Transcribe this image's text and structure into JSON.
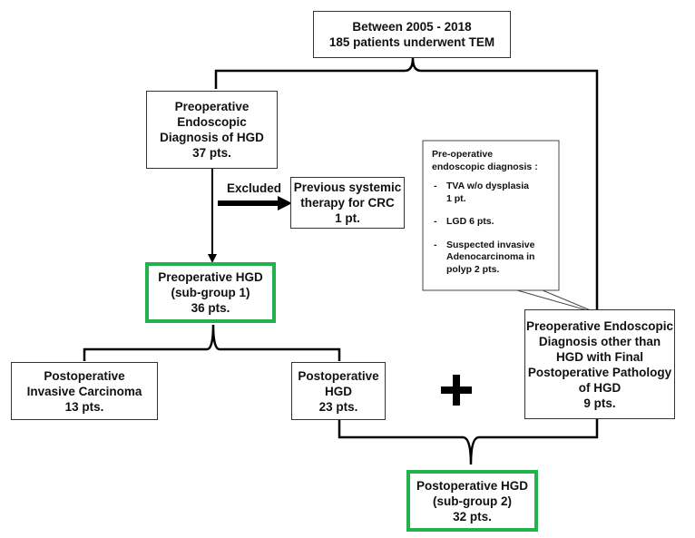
{
  "boxes": {
    "top": [
      "Between 2005 - 2018",
      "185 patients underwent TEM"
    ],
    "preop_endoscopic": [
      "Preoperative",
      "Endoscopic",
      "Diagnosis of HGD",
      "37 pts."
    ],
    "previous_therapy": [
      "Previous systemic",
      "therapy for CRC",
      "1 pt."
    ],
    "preop_hgd_subgroup1": [
      "Preoperative HGD",
      "(sub-group 1)",
      "36 pts."
    ],
    "postop_invasive": [
      "Postoperative",
      "Invasive Carcinoma",
      "13 pts."
    ],
    "postop_hgd": [
      "Postoperative",
      "HGD",
      "23 pts."
    ],
    "other_than_hgd": [
      "Preoperative Endoscopic",
      "Diagnosis other than",
      "HGD with Final",
      "Postoperative Pathology",
      "of HGD",
      "9 pts."
    ],
    "postop_hgd_subgroup2": [
      "Postoperative HGD",
      "(sub-group 2)",
      "32 pts."
    ]
  },
  "excluded_label": "Excluded",
  "plus_symbol": "+",
  "callout": {
    "intro": [
      "Pre-operative",
      "endoscopic  diagnosis :"
    ],
    "items": [
      [
        "TVA w/o dysplasia",
        "1 pt."
      ],
      [
        "LGD 6 pts."
      ],
      [
        "Suspected invasive",
        "Adenocarcinoma in",
        "polyp 2 pts."
      ]
    ]
  },
  "colors": {
    "subgroup_border": "#22b14c",
    "box_border": "#333333",
    "arrow": "#000000"
  }
}
